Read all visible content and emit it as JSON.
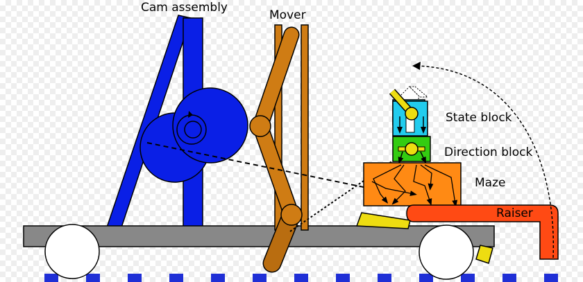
{
  "labels": {
    "cam_assembly": "Cam assembly",
    "mover": "Mover",
    "state_block": "State block",
    "direction_block": "Direction block",
    "maze": "Maze",
    "raiser": "Raiser"
  },
  "colors": {
    "cam_blue": "#0a1fe6",
    "mover_orange": "#cf7c14",
    "mover_dark": "#b96d10",
    "cart_gray": "#888888",
    "wheel": "#ffffff",
    "track_blue": "#1f2fd6",
    "state_cyan": "#22ccee",
    "direction_green": "#33cc11",
    "ball_yellow": "#eedd11",
    "maze_orange": "#ff8a14",
    "raiser_red": "#ff4a14",
    "ramp_yellow": "#eedd11"
  }
}
